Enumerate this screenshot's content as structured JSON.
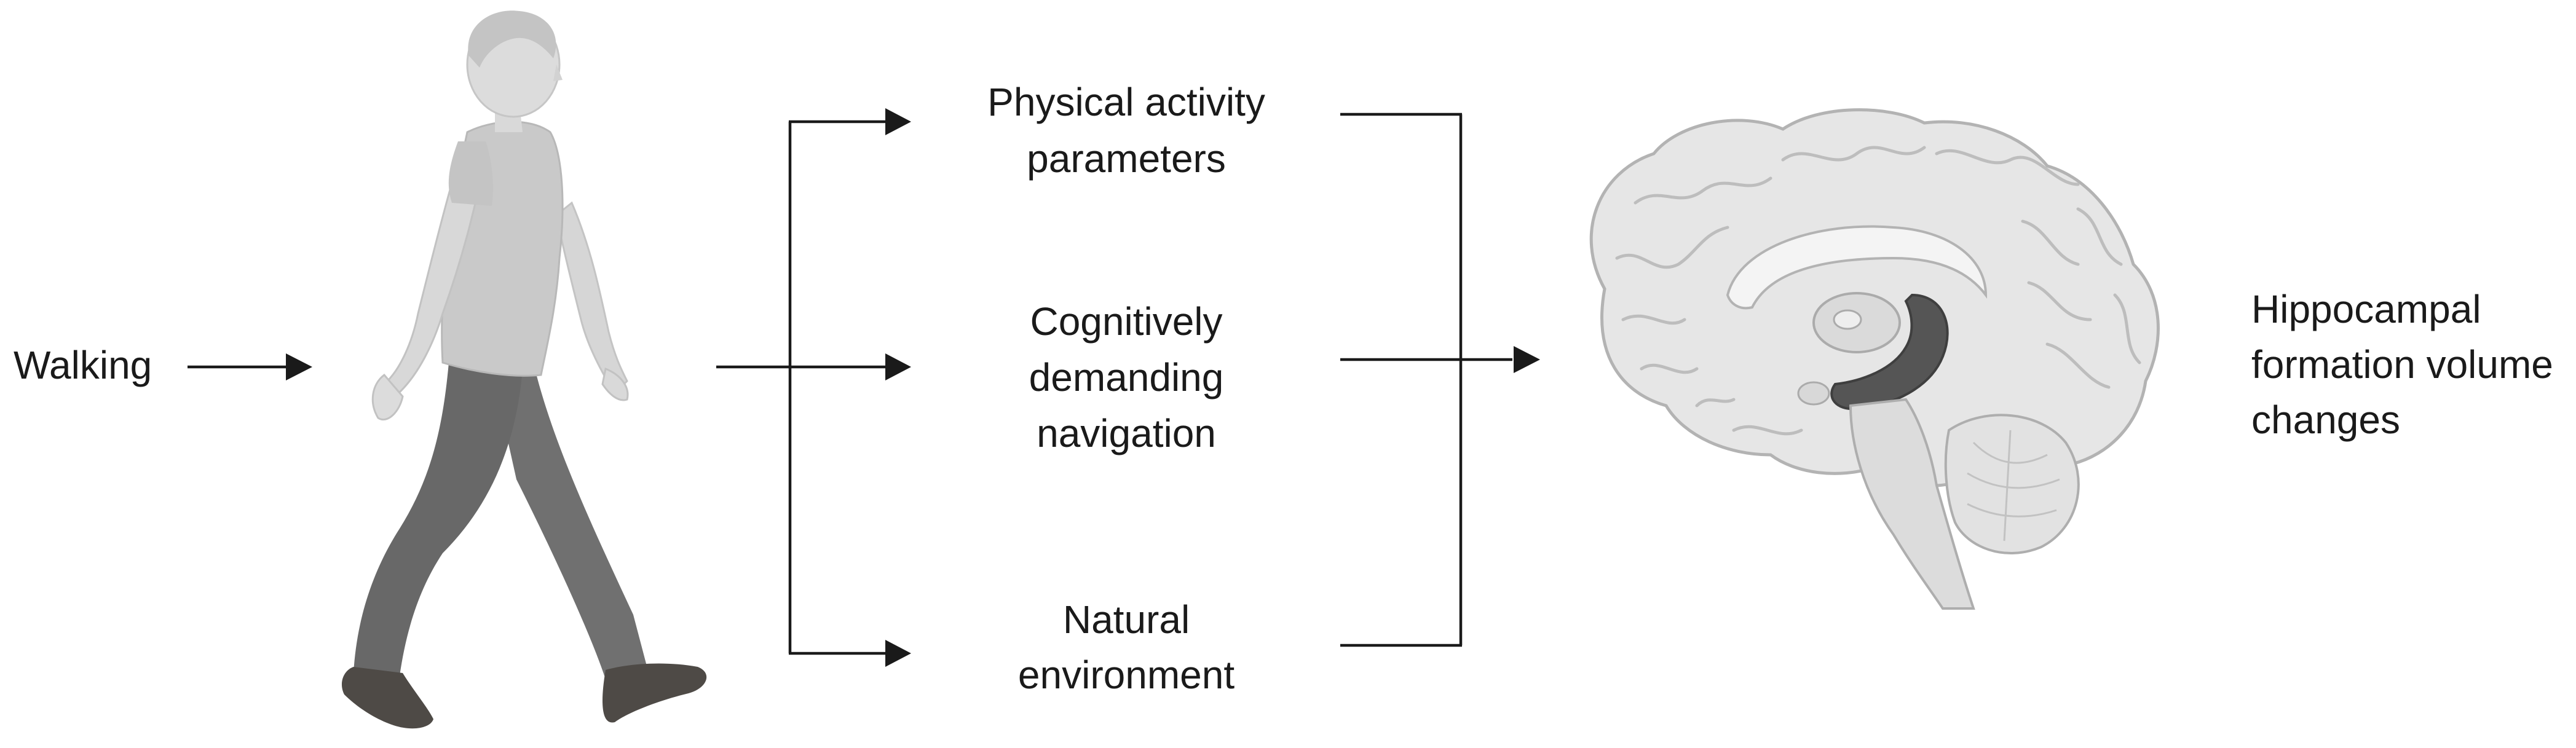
{
  "diagram": {
    "input": {
      "label": "Walking"
    },
    "factors": [
      {
        "lines": [
          "Physical activity",
          "parameters"
        ]
      },
      {
        "lines": [
          "Cognitively",
          "demanding",
          "navigation"
        ]
      },
      {
        "lines": [
          "Natural",
          "environment"
        ]
      }
    ],
    "outcome": {
      "lines": [
        "Hippocampal",
        "formation volume",
        "changes"
      ]
    },
    "icons": {
      "person": "walking-person-icon",
      "brain": "brain-sagittal-icon",
      "hippocampus": "hippocampus-highlight"
    },
    "colors": {
      "line": "#1a1a1a",
      "hippocampus": "#555555",
      "skin": "#dcdcdc",
      "shirt": "#c9c9c9",
      "pants": "#6b6b6b",
      "shoes": "#4e4a46",
      "brain_fill": "#e6e6e6",
      "brain_stroke": "#b3b3b3"
    }
  }
}
